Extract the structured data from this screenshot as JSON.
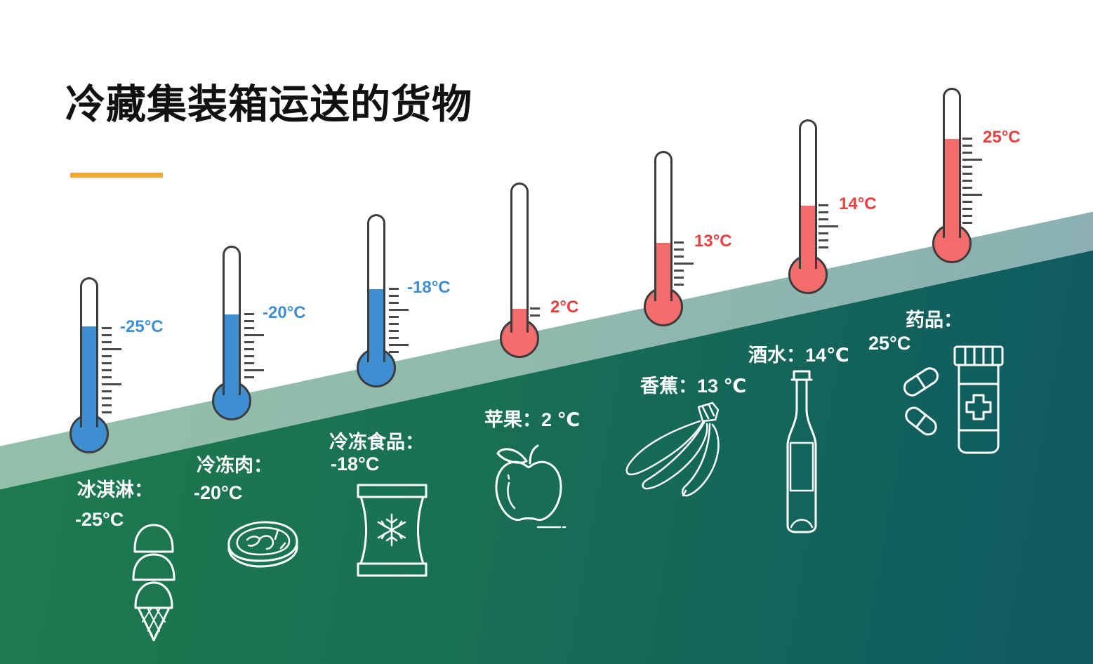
{
  "title": "冷藏集装箱运送的货物",
  "colors": {
    "cold": "#3E8FD2",
    "warm": "#F56C6C",
    "cold_text": "#3E8FD2",
    "warm_text": "#E7403F",
    "accent_bar": "#F0A832",
    "outline": "#3C3C3C",
    "tick": "#4A4A4A",
    "hill_left": "#1E7B4E",
    "hill_mid": "#187053",
    "hill_right": "#0F5A61",
    "label_text": "#FFFFFF",
    "page_bg": "#FFFFFF",
    "title_text": "#111111"
  },
  "items": [
    {
      "product": "冰淇淋",
      "temp_c": -25,
      "scale_label": "-25°C",
      "label_line1": "冰淇淋：",
      "label_line2": "-25°C",
      "state": "cold",
      "icon": "ice-cream-icon"
    },
    {
      "product": "冷冻肉",
      "temp_c": -20,
      "scale_label": "-20°C",
      "label_line1": "冷冻肉：",
      "label_line2": "-20°C",
      "state": "cold",
      "icon": "steak-icon"
    },
    {
      "product": "冷冻食品",
      "temp_c": -18,
      "scale_label": "-18°C",
      "label_line1": "冷冻食品：",
      "label_line2": "-18°C",
      "state": "cold",
      "icon": "frozen-bag-icon"
    },
    {
      "product": "苹果",
      "temp_c": 2,
      "scale_label": "2°C",
      "label_line1": "苹果：2 ℃",
      "label_line2": "",
      "state": "warm",
      "icon": "apple-icon"
    },
    {
      "product": "香蕉",
      "temp_c": 13,
      "scale_label": "13°C",
      "label_line1": "香蕉：13 ℃",
      "label_line2": "",
      "state": "warm",
      "icon": "banana-icon"
    },
    {
      "product": "酒水",
      "temp_c": 14,
      "scale_label": "14°C",
      "label_line1": "酒水：14℃",
      "label_line2": "",
      "state": "warm",
      "icon": "wine-bottle-icon"
    },
    {
      "product": "药品",
      "temp_c": 25,
      "scale_label": "25°C",
      "label_line1": "药品：",
      "label_line2": "25°C",
      "state": "warm",
      "icon": "pill-bottle-icon"
    }
  ]
}
